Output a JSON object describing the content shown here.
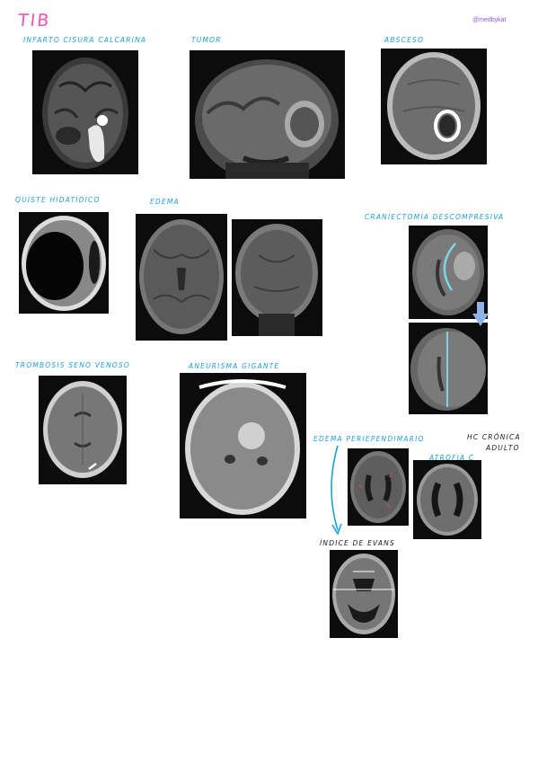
{
  "page": {
    "title": "TIB",
    "handle": "@medbykat"
  },
  "labels": {
    "infarto": "Infarto cisura calcarina",
    "tumor": "Tumor",
    "absceso": "Absceso",
    "quiste": "Quiste hidatídico",
    "edema": "Edema",
    "craniectomia": "Craniectomía descompresiva",
    "trombosis": "Trombosis seno venoso",
    "aneurisma": "Aneurisma gigante",
    "edema_peri": "Edema periependimario",
    "hc_cronica": "HC crónica",
    "adulto": "adulto",
    "atrofia": "Atrofia C",
    "evans": "Índice de Evans"
  },
  "colors": {
    "title_pink": "#ef55b6",
    "label_blue": "#1aa0d8",
    "handle_purple": "#8a57d6",
    "arrow_blue": "#8fb3e8"
  }
}
